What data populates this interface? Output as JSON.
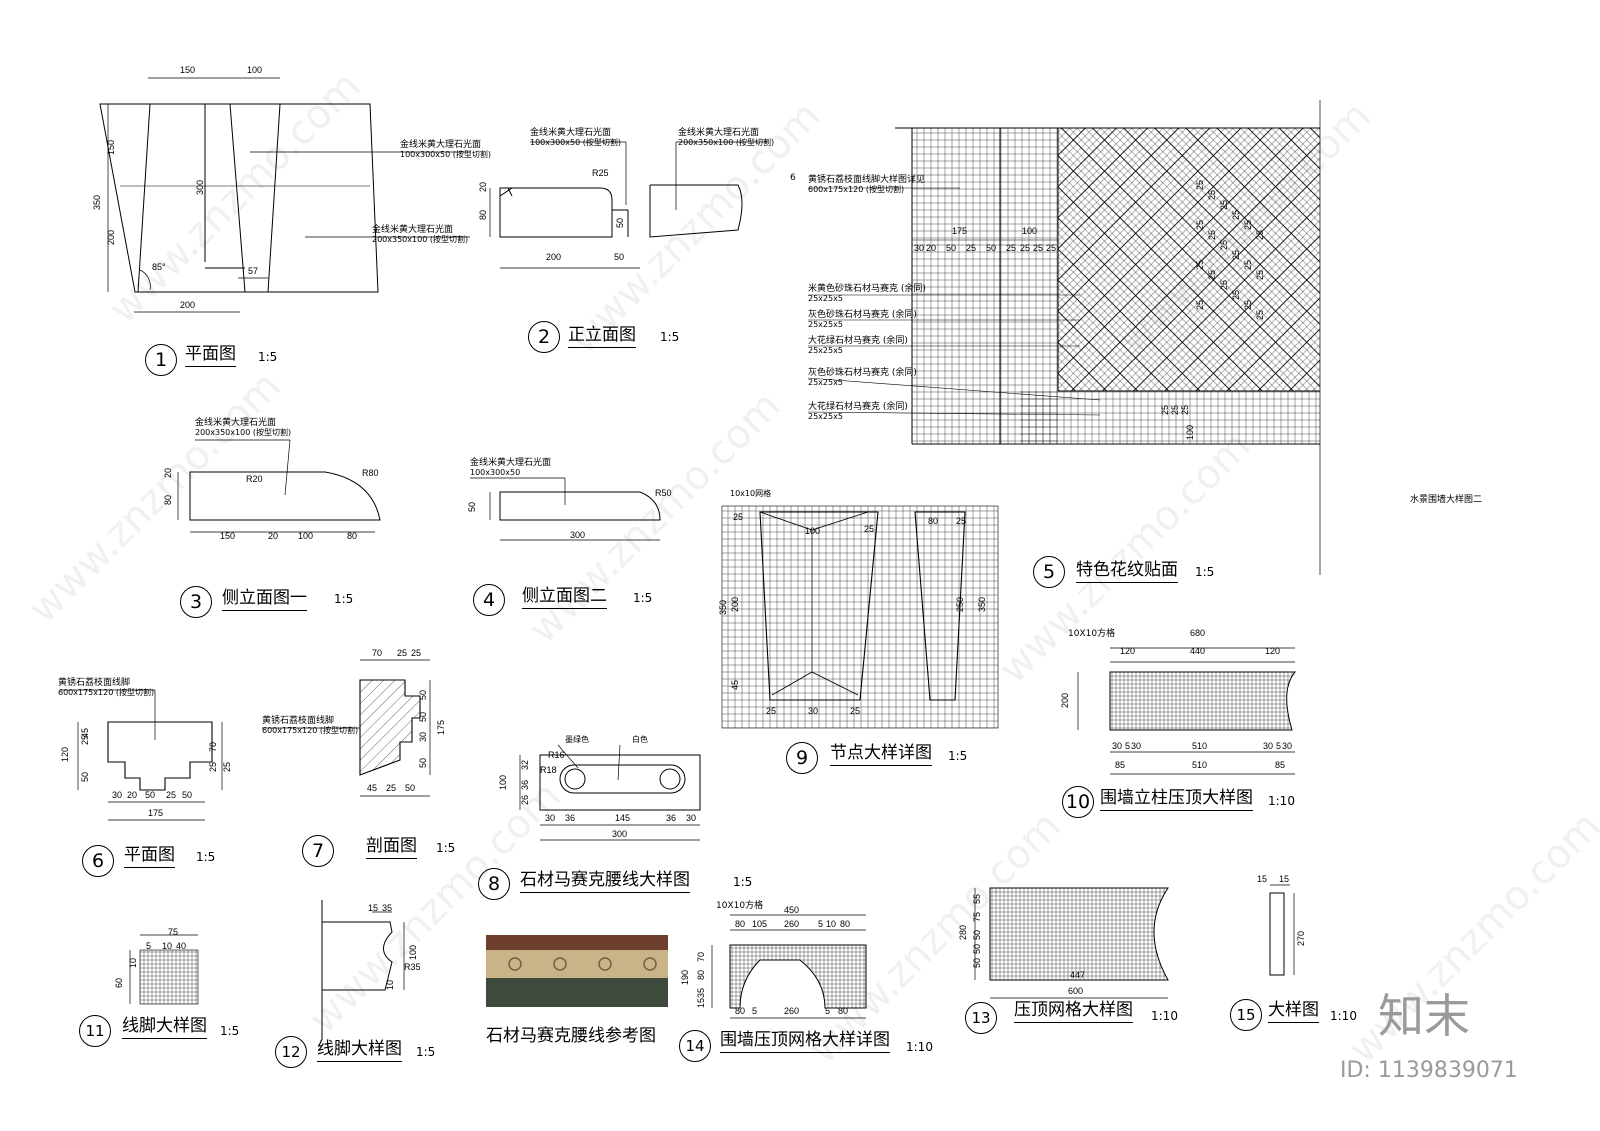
{
  "sheet_title": "水景围墙大样图二",
  "views": [
    {
      "no": "1",
      "title": "平面图",
      "scale": "1:5"
    },
    {
      "no": "2",
      "title": "正立面图",
      "scale": "1:5"
    },
    {
      "no": "3",
      "title": "侧立面图一",
      "scale": "1:5"
    },
    {
      "no": "4",
      "title": "侧立面图二",
      "scale": "1:5"
    },
    {
      "no": "5",
      "title": "特色花纹贴面",
      "scale": "1:5"
    },
    {
      "no": "6",
      "title": "平面图",
      "scale": "1:5"
    },
    {
      "no": "7",
      "title": "剖面图",
      "scale": "1:5"
    },
    {
      "no": "8",
      "title": "石材马赛克腰线大样图",
      "scale": "1:5"
    },
    {
      "no": "9",
      "title": "节点大样详图",
      "scale": "1:5"
    },
    {
      "no": "10",
      "title": "围墙立柱压顶大样图",
      "scale": "1:10"
    },
    {
      "no": "11",
      "title": "线脚大样图",
      "scale": "1:5"
    },
    {
      "no": "12",
      "title": "线脚大样图",
      "scale": "1:5"
    },
    {
      "no": "13",
      "title": "压顶网格大样图",
      "scale": "1:10"
    },
    {
      "no": "14",
      "title": "围墙压顶网格大样详图",
      "scale": "1:10"
    },
    {
      "no": "15",
      "title": "大样图",
      "scale": "1:10"
    }
  ],
  "photo_caption": "石材马赛克腰线参考图",
  "notes": {
    "n1a": {
      "name": "金线米黄大理石光面",
      "spec": "100x300x50 (按型切割)"
    },
    "n1b": {
      "name": "金线米黄大理石光面",
      "spec": "200x350x100 (按型切割)"
    },
    "n2a": {
      "name": "金线米黄大理石光面",
      "spec": "100x300x50 (按型切割)"
    },
    "n2b": {
      "name": "金线米黄大理石光面",
      "spec": "200x350x100 (按型切割)"
    },
    "n3": {
      "name": "金线米黄大理石光面",
      "spec": "200x350x100 (按型切割)"
    },
    "n4": {
      "name": "金线米黄大理石光面",
      "spec": "100x300x50"
    },
    "n5a": {
      "name": "黄锈石荔枝面线脚大样图详见",
      "spec": "600x175x120 (按型切割)"
    },
    "n5b": {
      "name": "米黄色砂珠石材马赛克 (余同)",
      "spec": "25x25x5"
    },
    "n5c": {
      "name": "灰色砂珠石材马赛克 (余同)",
      "spec": "25x25x5"
    },
    "n5d": {
      "name": "大花绿石材马赛克 (余同)",
      "spec": "25x25x5"
    },
    "n5e": {
      "name": "灰色砂珠石材马赛克 (余同)",
      "spec": "25x25x5"
    },
    "n5f": {
      "name": "大花绿石材马赛克 (余同)",
      "spec": "25x25x5"
    },
    "n6": {
      "name": "黄锈石荔枝面线脚",
      "spec": "600x175x120 (按型切割)"
    },
    "n7": {
      "name": "黄锈石荔枝面线脚",
      "spec": "600x175x120 (按型切割)"
    },
    "n8a": "墨绿色",
    "n8b": "白色",
    "grid9": "10x10网格",
    "grid10": "10X10方格",
    "grid14": "10X10方格",
    "ref5": "6"
  },
  "dims": {
    "v1": {
      "top1": "150",
      "top2": "100",
      "left350": "350",
      "left150": "150",
      "left200": "200",
      "mid300": "300",
      "ang": "85°",
      "bot57": "57",
      "bot200": "200"
    },
    "v2": {
      "h20": "20",
      "h80": "80",
      "r25": "R25",
      "w50": "50",
      "b200": "200",
      "b50": "50"
    },
    "v3": {
      "h20": "20",
      "h80": "80",
      "r20": "R20",
      "r80": "R80",
      "b150": "150",
      "b20": "20",
      "b100": "100",
      "b80": "80"
    },
    "v4": {
      "h50": "50",
      "r50": "R50",
      "b300": "300"
    },
    "v5": {
      "d175": "175",
      "d100": "100",
      "row": [
        "30",
        "20",
        "50",
        "25",
        "50",
        "25",
        "25",
        "25",
        "25"
      ],
      "right": [
        "25",
        "25",
        "25",
        "25",
        "25",
        "25",
        "25",
        "25",
        "25",
        "25",
        "25",
        "25",
        "25",
        "25",
        "25",
        "25",
        "25",
        "25",
        "25"
      ],
      "botv": [
        "25",
        "25",
        "25",
        "100"
      ]
    },
    "v6": {
      "l120": "120",
      "l25": "25",
      "l45": "45",
      "l50": "50",
      "r70": "70",
      "r25a": "25",
      "r25b": "25",
      "b": [
        "30",
        "20",
        "50",
        "25",
        "50"
      ],
      "b175": "175"
    },
    "v7": {
      "t70": "70",
      "t25a": "25",
      "t25b": "25",
      "r50a": "50",
      "r50b": "50",
      "r175": "175",
      "r30": "30",
      "r50c": "50",
      "b45": "45",
      "b25": "25",
      "b50": "50"
    },
    "v8": {
      "r16": "R16",
      "r18": "R18",
      "l100": "100",
      "l26": "26",
      "l36": "36",
      "l32": "32",
      "b": [
        "30",
        "36",
        "145",
        "36",
        "30"
      ],
      "b300": "300"
    },
    "v9": {
      "top": [
        "25",
        "100",
        "25",
        "80",
        "25"
      ],
      "h350a": "350",
      "h200": "200",
      "h45": "45",
      "h350b": "350",
      "h250": "250",
      "b": [
        "25",
        "30",
        "25"
      ]
    },
    "v10": {
      "t680": "680",
      "t120a": "120",
      "t440": "440",
      "t120b": "120",
      "l200": "200",
      "b": [
        "30",
        "5",
        "30",
        "510",
        "30",
        "5",
        "30"
      ],
      "b510": "510",
      "b85a": "85",
      "b85b": "85"
    },
    "v11": {
      "t75": "75",
      "t5": "5",
      "t10": "10",
      "t40": "40",
      "l60": "60",
      "l10": "10"
    },
    "v12": {
      "t15": "15",
      "t35": "35",
      "r100": "100",
      "r35": "R35",
      "l10": "10"
    },
    "v13": {
      "l280": "280",
      "lv": [
        "50",
        "50",
        "50",
        "75",
        "55"
      ],
      "b600": "600",
      "b447": "447"
    },
    "v14": {
      "t450": "450",
      "t": [
        "80",
        "105",
        "260",
        "5",
        "10",
        "80"
      ],
      "l190": "190",
      "lv": [
        "15",
        "35",
        "80",
        "70"
      ],
      "b": [
        "80",
        "5",
        "260",
        "5",
        "80"
      ]
    },
    "v15": {
      "t15a": "15",
      "t15b": "15",
      "h270": "270"
    }
  },
  "watermark": "www.znzmo.com",
  "brand": "知末",
  "id_label": "ID: 1139839071"
}
